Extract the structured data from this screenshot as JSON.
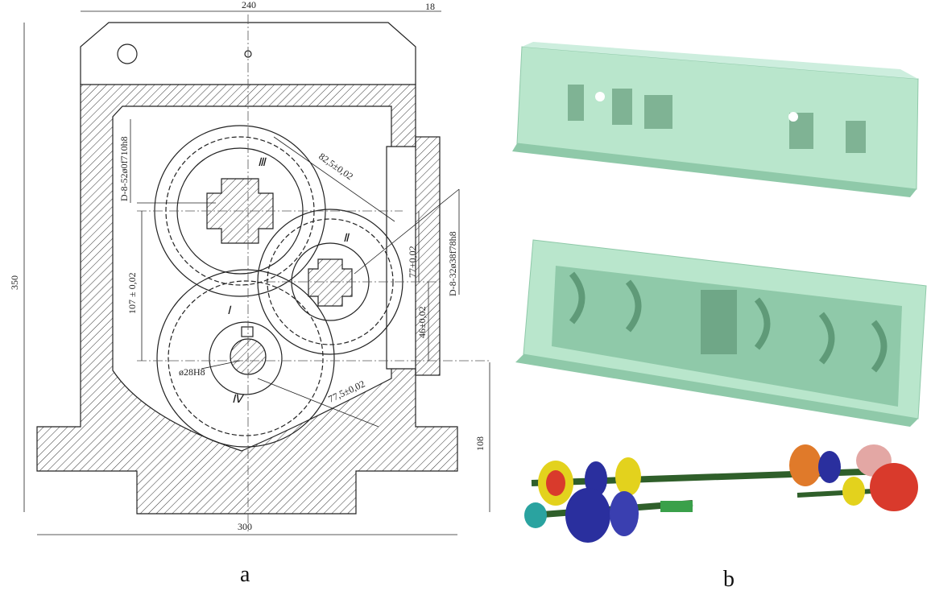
{
  "drawing": {
    "dims": {
      "top_width": "240",
      "top_right": "18",
      "height": "350",
      "bottom_width": "300",
      "base_height": "108",
      "center_107": "107 ± 0,02",
      "d825": "82,5±0,02",
      "d77": "77±0,02",
      "d46": "46±0,02",
      "d775": "77,5±0,02",
      "bore": "ø28H8",
      "spline1": "D-8-52ø0f710h8",
      "spline2": "D-8-32ø38f78h8"
    },
    "shafts": {
      "s1": "Ⅰ",
      "s2": "Ⅱ",
      "s3": "Ⅲ",
      "s4": "Ⅳ"
    }
  },
  "labels": {
    "a": "a",
    "b": "b"
  },
  "colors": {
    "housing": "#b9e6cc",
    "housing_dark": "#8fc9a9",
    "shaft_green": "#2f5f2a",
    "gear_yellow": "#e3d21d",
    "gear_blue": "#2a2f9e",
    "gear_red": "#d93a2c",
    "gear_orange": "#e07a2a",
    "gear_pink": "#e3a7a4"
  }
}
